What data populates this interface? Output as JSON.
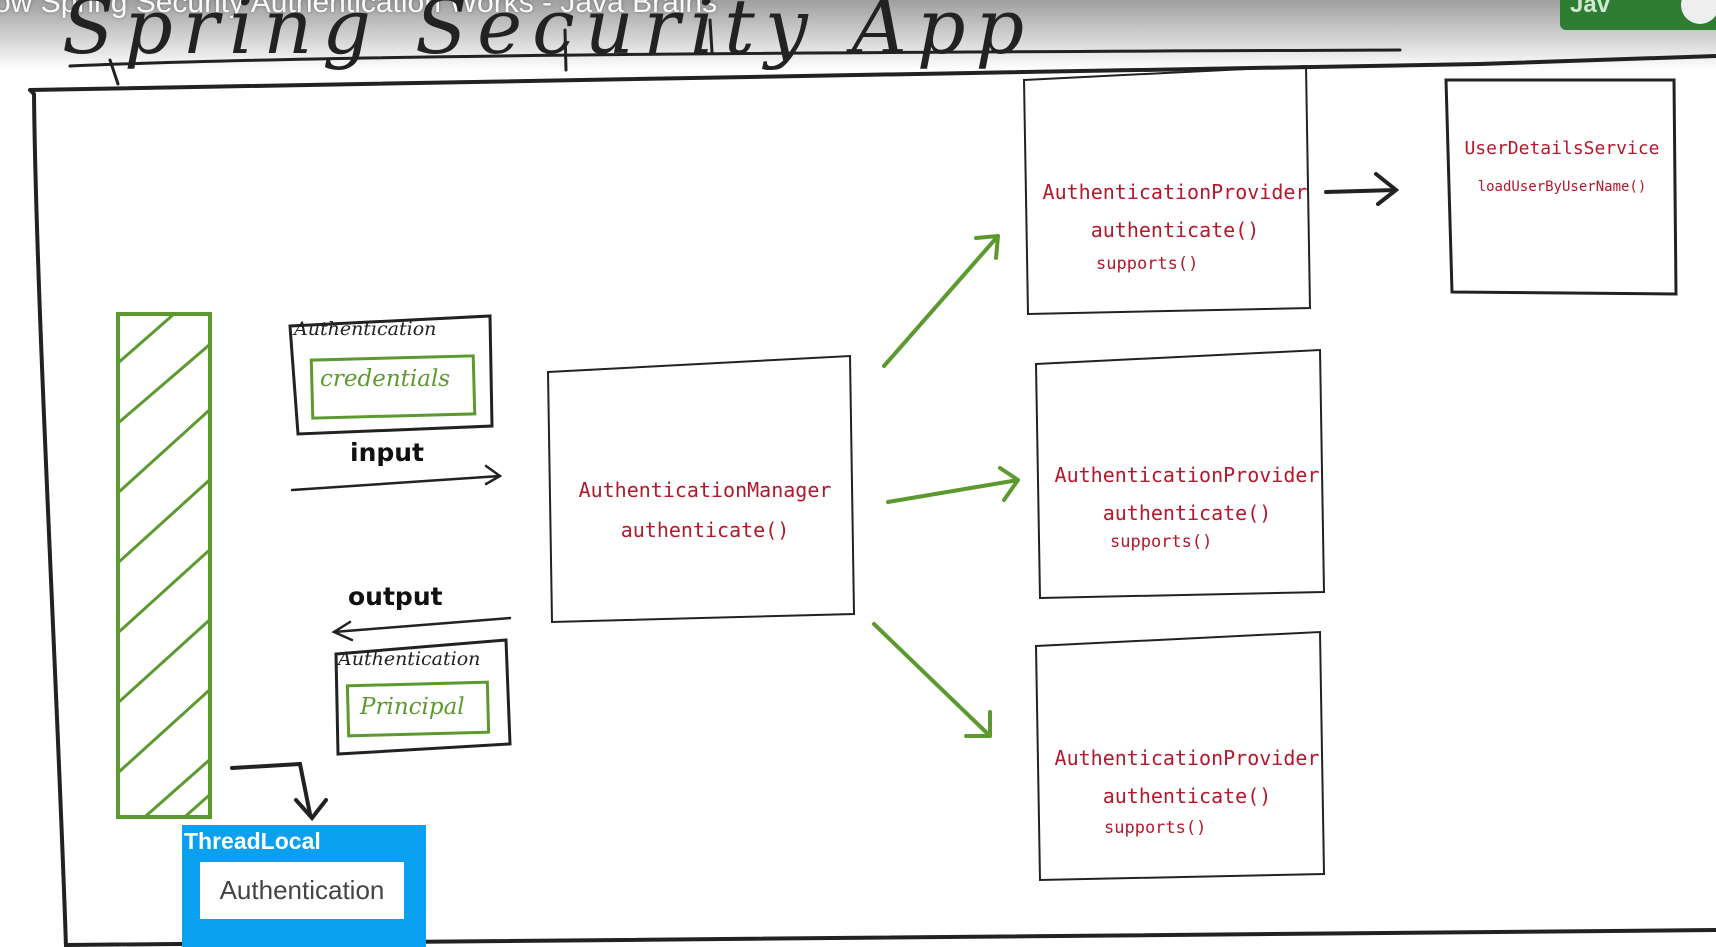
{
  "video": {
    "title": "ow Spring Security Authentication Works - Java Brains",
    "channel_badge": "Jav"
  },
  "whiteboard": {
    "title": "Spring Security App",
    "input_object": {
      "label": "Authentication",
      "inner": "credentials"
    },
    "output_object": {
      "label": "Authentication",
      "inner": "Principal"
    },
    "input_label": "input",
    "output_label": "output",
    "manager": {
      "name": "AuthenticationManager",
      "method": "authenticate()"
    },
    "providers": [
      {
        "name": "AuthenticationProvider",
        "method1": "authenticate()",
        "method2": "supports()"
      },
      {
        "name": "AuthenticationProvider",
        "method1": "authenticate()",
        "method2": "supports()"
      },
      {
        "name": "AuthenticationProvider",
        "method1": "authenticate()",
        "method2": "supports()"
      }
    ],
    "user_details": {
      "name": "UserDetailsService",
      "method": "loadUserByUserName()"
    },
    "threadlocal": {
      "label": "ThreadLocal",
      "inner": "Authentication"
    }
  },
  "colors": {
    "code_red": "#b3182b",
    "sketch_green": "#5c9a2f",
    "threadlocal_blue": "#0aa0f0",
    "ink": "#222222"
  }
}
